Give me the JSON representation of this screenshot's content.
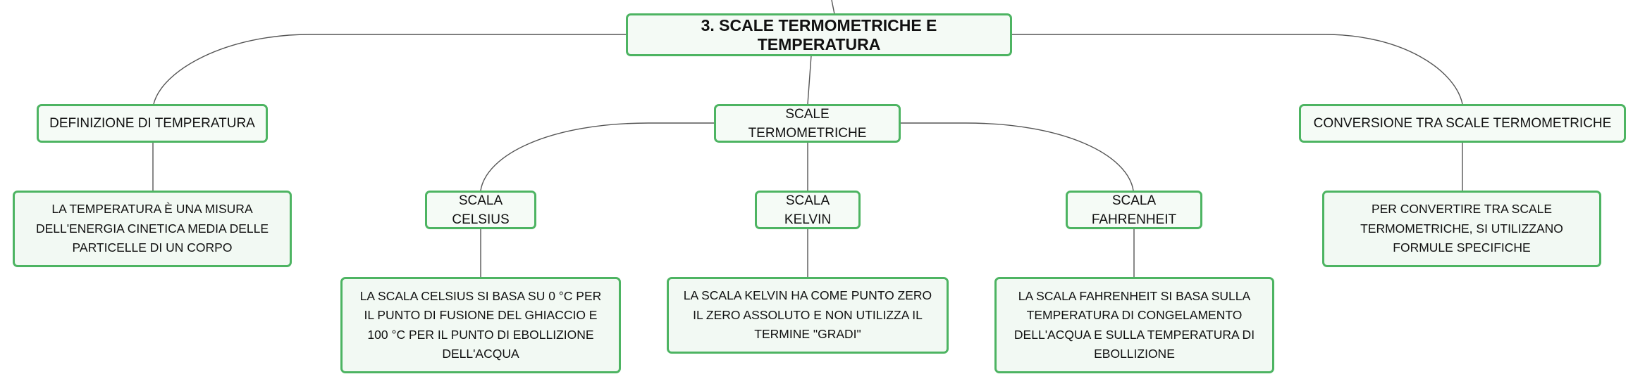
{
  "colors": {
    "border": "#4db462",
    "fill": "#f2f9f3",
    "line": "#555555",
    "text": "#111111"
  },
  "map": {
    "root": "3. SCALE TERMOMETRICHE E TEMPERATURA",
    "branches": {
      "definizione": {
        "title": "DEFINIZIONE DI TEMPERATURA",
        "detail": "LA TEMPERATURA È UNA MISURA DELL'ENERGIA CINETICA MEDIA DELLE PARTICELLE DI UN CORPO"
      },
      "scale": {
        "title": "SCALE TERMOMETRICHE",
        "celsius": {
          "title": "SCALA CELSIUS",
          "detail": "LA SCALA CELSIUS SI BASA SU 0 °C PER IL PUNTO DI FUSIONE DEL GHIACCIO E 100 °C PER IL PUNTO DI EBOLLIZIONE DELL'ACQUA"
        },
        "kelvin": {
          "title": "SCALA KELVIN",
          "detail": "LA SCALA KELVIN HA COME PUNTO ZERO IL ZERO ASSOLUTO E NON UTILIZZA IL TERMINE \"GRADI\""
        },
        "fahrenheit": {
          "title": "SCALA FAHRENHEIT",
          "detail": "LA SCALA FAHRENHEIT SI BASA SULLA TEMPERATURA DI CONGELAMENTO DELL'ACQUA E SULLA TEMPERATURA DI EBOLLIZIONE"
        }
      },
      "conversione": {
        "title": "CONVERSIONE TRA SCALE TERMOMETRICHE",
        "detail": "PER CONVERTIRE TRA SCALE TERMOMETRICHE, SI UTILIZZANO FORMULE SPECIFICHE"
      }
    }
  }
}
